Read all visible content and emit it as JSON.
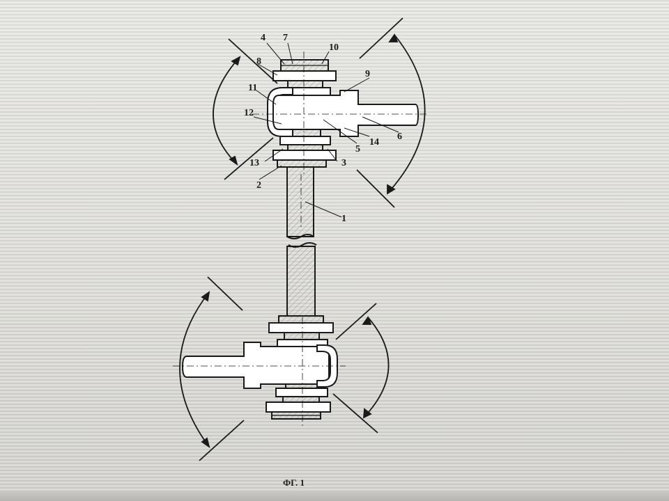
{
  "figure": {
    "caption": "ФГ. 1",
    "labels": {
      "l1": "1",
      "l2": "2",
      "l3": "3",
      "l4": "4",
      "l5": "5",
      "l6": "6",
      "l7": "7",
      "l8": "8",
      "l9": "9",
      "l10": "10",
      "l11": "11",
      "l12": "12",
      "l13": "13",
      "l14": "14"
    }
  },
  "colors": {
    "ink": "#1a1a1a",
    "hatch": "#7a7a7a"
  }
}
